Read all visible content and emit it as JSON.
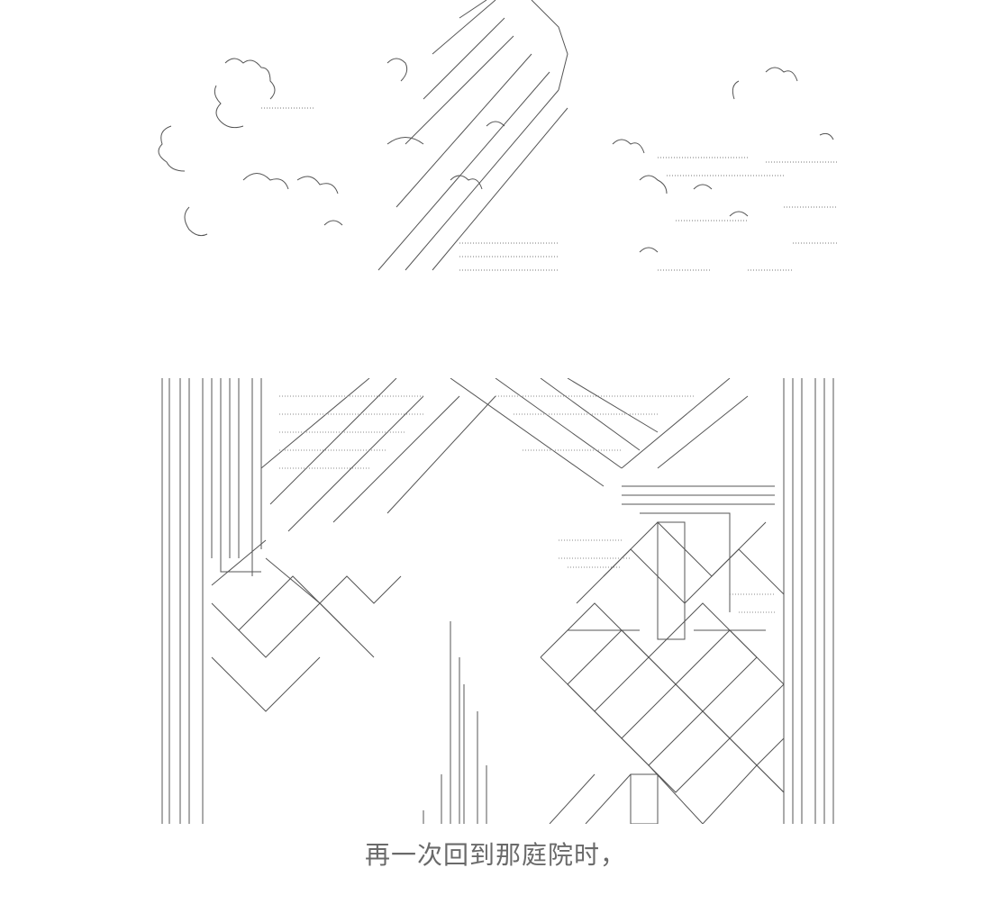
{
  "panels": [
    {
      "id": "top",
      "subject": "mountain-and-clouds-ascii-art"
    },
    {
      "id": "bottom",
      "subject": "courtyard-gate-ascii-art"
    }
  ],
  "caption": "再一次回到那庭院时，",
  "colors": {
    "ink": "#555555",
    "caption": "#6a6a6a",
    "background": "#ffffff"
  }
}
